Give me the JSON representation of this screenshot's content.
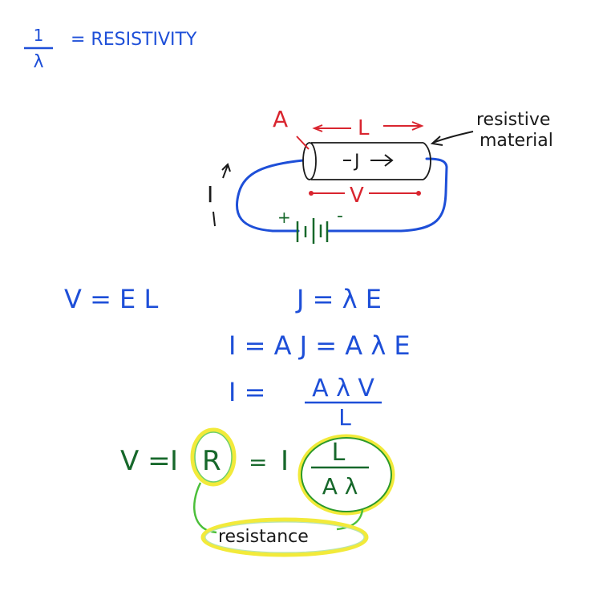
{
  "title": {
    "numerator": "1",
    "denominator": "λ",
    "label": "= RESISTIVITY"
  },
  "diagram": {
    "area_label": "A",
    "length_label": "L",
    "current_density_label": "J",
    "voltage_label": "V",
    "current_label": "I",
    "battery_plus": "+",
    "battery_minus": "-",
    "material_label_line1": "resistive",
    "material_label_line2": "material"
  },
  "equations": {
    "v_el": "V = E L",
    "j_lambda_e": "J = λ E",
    "i_aj": "I = A J = A λ E",
    "i_frac_lhs": "I =",
    "i_frac_num": "A λ V",
    "i_frac_den": "L",
    "ohm_v": "V =",
    "ohm_i": "I",
    "ohm_r": "R",
    "ohm_eq": "=",
    "ohm_i2": "I",
    "ohm_frac_num": "L",
    "ohm_frac_den": "A λ",
    "resistance_label": "resistance"
  },
  "colors": {
    "blue": "#1e4fd8",
    "red": "#d9252f",
    "green": "#17682b",
    "yellow": "#f2ea3a",
    "black": "#1a1a1a"
  }
}
